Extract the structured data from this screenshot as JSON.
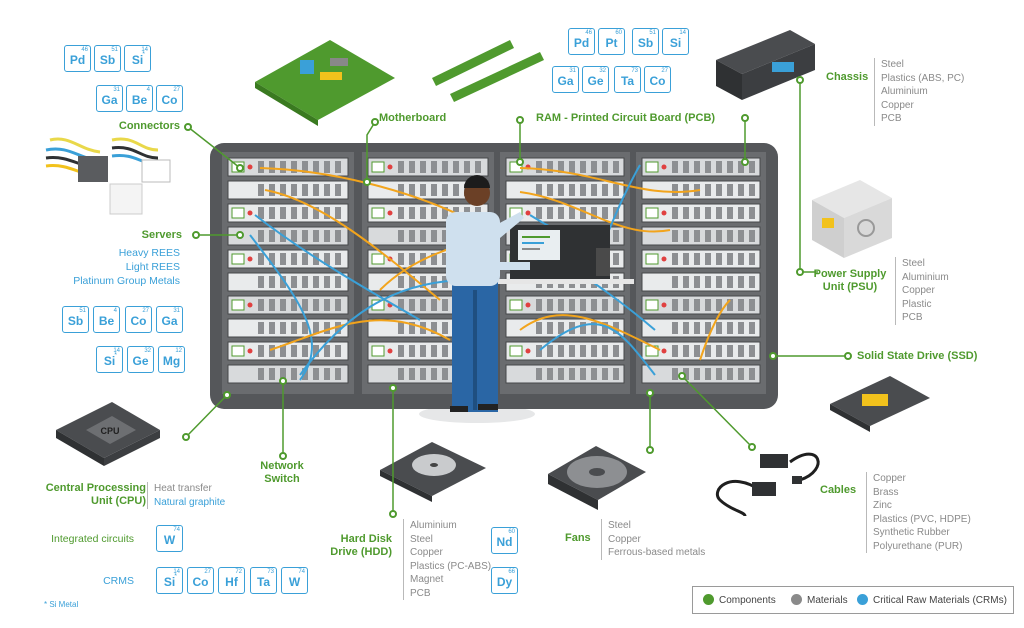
{
  "colors": {
    "component": "#4f9a2e",
    "material": "#8a8a8a",
    "crm": "#3aa0d8",
    "rack": "#55575a"
  },
  "labels": {
    "connectors": "Connectors",
    "motherboard": "Motherboard",
    "ram": "RAM - Printed Circuit Board (PCB)",
    "chassis": "Chassis",
    "servers": "Servers",
    "psu_1": "Power Supply",
    "psu_2": "Unit (PSU)",
    "ssd": "Solid State Drive (SSD)",
    "cpu_1": "Central Processing",
    "cpu_2": "Unit (CPU)",
    "network_1": "Network",
    "network_2": "Switch",
    "hdd_1": "Hard Disk",
    "hdd_2": "Drive (HDD)",
    "fans": "Fans",
    "cables": "Cables",
    "integrated_circuits": "Integrated circuits",
    "crms": "CRMS"
  },
  "servers_sub": [
    "Heavy REES",
    "Light REES",
    "Platinum Group Metals"
  ],
  "materials": {
    "chassis": [
      "Steel",
      "Plastics (ABS, PC)",
      "Aluminium",
      "Copper",
      "PCB"
    ],
    "psu": [
      "Steel",
      "Aluminium",
      "Copper",
      "Plastic",
      "PCB"
    ],
    "cpu": [
      "Heat transfer",
      "Natural graphite"
    ],
    "hdd": [
      "Aluminium",
      "Steel",
      "Copper",
      "Plastics (PC-ABS)",
      "Magnet",
      "PCB"
    ],
    "fans": [
      "Steel",
      "Copper",
      "Ferrous-based metals"
    ],
    "cables": [
      "Copper",
      "Brass",
      "Zinc",
      "Plastics (PVC, HDPE)",
      "Synthetic Rubber",
      "Polyurethane (PUR)"
    ]
  },
  "elements": {
    "connectors": [
      {
        "sym": "Pd",
        "num": "46"
      },
      {
        "sym": "Sb",
        "num": "51"
      },
      {
        "sym": "Si",
        "num": "14",
        "star": "*"
      },
      {
        "sym": "Ga",
        "num": "31"
      },
      {
        "sym": "Be",
        "num": "4"
      },
      {
        "sym": "Co",
        "num": "27"
      }
    ],
    "ram": [
      {
        "sym": "Pd",
        "num": "46"
      },
      {
        "sym": "Pt",
        "num": "60"
      },
      {
        "sym": "Sb",
        "num": "51"
      },
      {
        "sym": "Si",
        "num": "14"
      },
      {
        "sym": "Ga",
        "num": "31"
      },
      {
        "sym": "Ge",
        "num": "32"
      },
      {
        "sym": "Ta",
        "num": "73"
      },
      {
        "sym": "Co",
        "num": "27"
      }
    ],
    "servers": [
      {
        "sym": "Sb",
        "num": "51"
      },
      {
        "sym": "Be",
        "num": "4"
      },
      {
        "sym": "Co",
        "num": "27"
      },
      {
        "sym": "Ga",
        "num": "31"
      },
      {
        "sym": "Si",
        "num": "14",
        "star": "*"
      },
      {
        "sym": "Ge",
        "num": "32"
      },
      {
        "sym": "Mg",
        "num": "12"
      }
    ],
    "integrated": [
      {
        "sym": "W",
        "num": "74"
      }
    ],
    "crms": [
      {
        "sym": "Si",
        "num": "14",
        "star": "*"
      },
      {
        "sym": "Co",
        "num": "27"
      },
      {
        "sym": "Hf",
        "num": "72"
      },
      {
        "sym": "Ta",
        "num": "73"
      },
      {
        "sym": "W",
        "num": "74"
      }
    ],
    "hdd": [
      {
        "sym": "Nd",
        "num": "60"
      },
      {
        "sym": "Dy",
        "num": "66"
      }
    ]
  },
  "legend": {
    "components": "Components",
    "materials": "Materials",
    "crms": "Critical Raw Materials (CRMs)"
  },
  "footnote": "* Si Metal",
  "monitor_text": "CPU"
}
